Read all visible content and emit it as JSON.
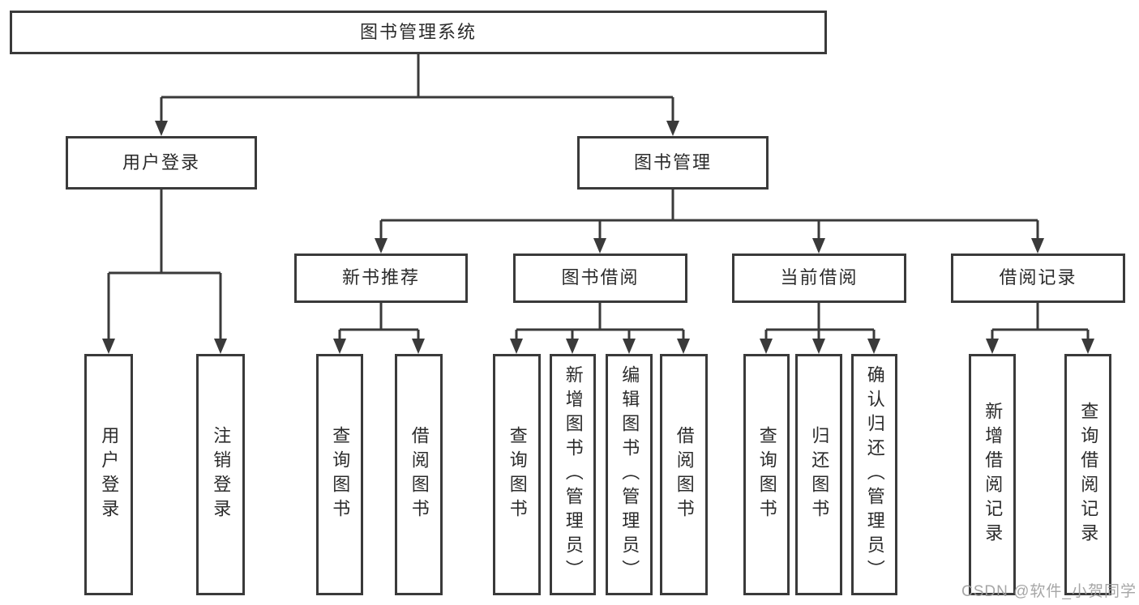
{
  "diagram": {
    "root": "图书管理系统",
    "level2": {
      "user_login": "用户登录",
      "book_management": "图书管理"
    },
    "level3": {
      "new_books": "新书推荐",
      "book_borrow": "图书借阅",
      "current_borrow": "当前借阅",
      "borrow_records": "借阅记录"
    },
    "leaves": {
      "user_login": "用户登录",
      "logout": "注销登录",
      "nb_query": "查询图书",
      "nb_borrow": "借阅图书",
      "bb_query": "查询图书",
      "bb_add": "新增图书（管理员）",
      "bb_edit": "编辑图书（管理员）",
      "bb_borrow": "借阅图书",
      "cb_query": "查询图书",
      "cb_return": "归还图书",
      "cb_confirm": "确认归还（管理员）",
      "br_add": "新增借阅记录",
      "br_query": "查询借阅记录"
    },
    "colors": {
      "line": "#3a3a3a",
      "text": "#2b2b2b",
      "watermark": "#9e9e9e"
    }
  },
  "watermark": "CSDN @软件_小贺同学"
}
